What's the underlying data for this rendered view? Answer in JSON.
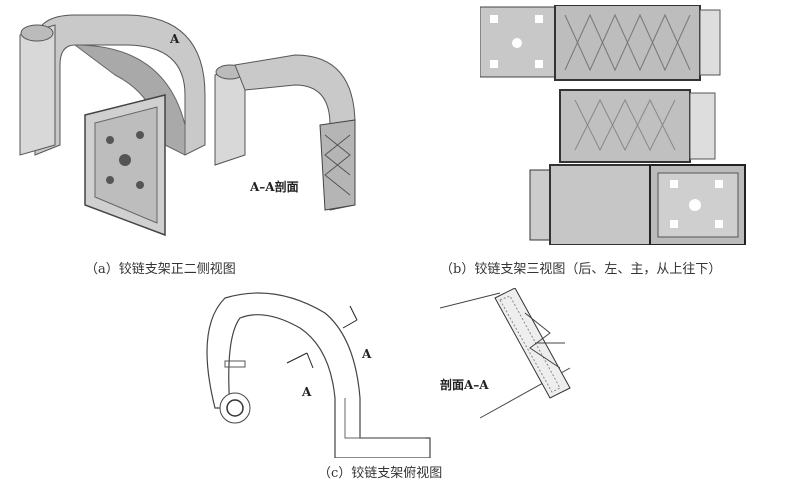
{
  "panels": {
    "a": {
      "caption": "（a）铰链支架正二侧视图",
      "section_label": "A–A剖面",
      "marker": "A"
    },
    "b": {
      "caption": "（b）铰链支架三视图（后、左、主，从上往下）"
    },
    "c": {
      "caption": "（c）铰链支架俯视图",
      "marker_1": "A",
      "marker_2": "A",
      "section_label": "剖面A–A"
    }
  }
}
